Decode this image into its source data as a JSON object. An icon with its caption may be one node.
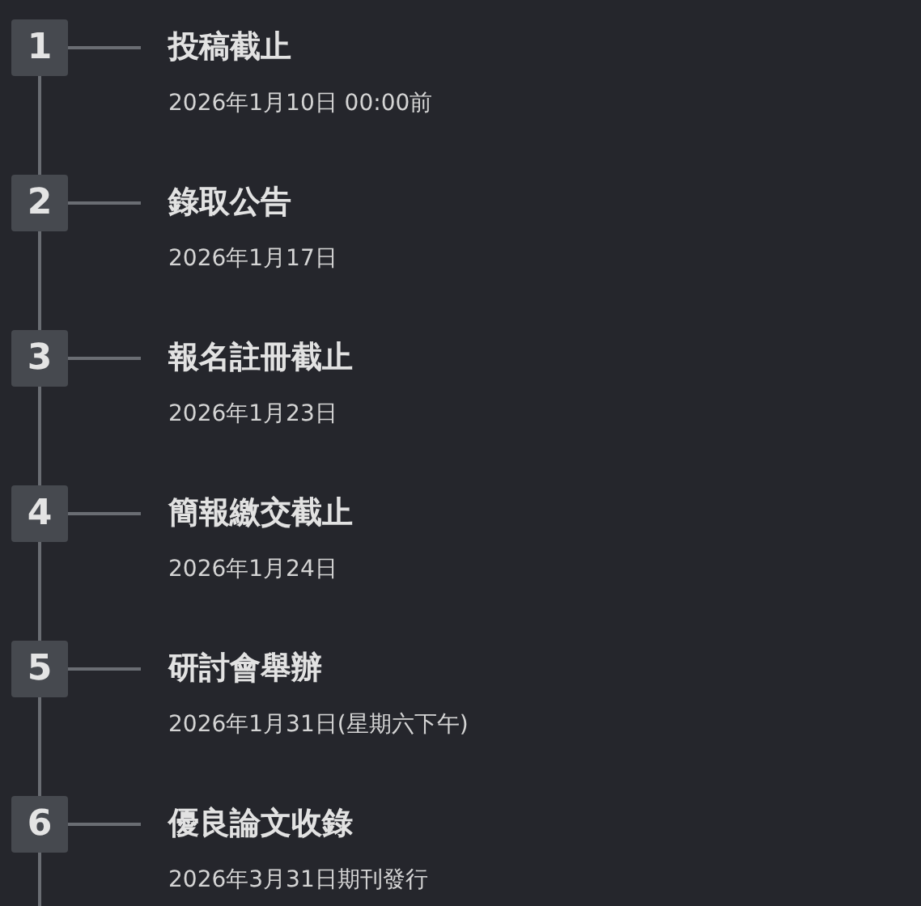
{
  "diagram": {
    "nodes": [
      {
        "text": [
          "1"
        ]
      },
      {
        "text": [
          "投稿截止",
          "2026年1月10日 00:00前"
        ]
      },
      {
        "text": [
          "2"
        ]
      },
      {
        "text": [
          "錄取公告",
          "2026年1月17日"
        ]
      },
      {
        "text": [
          "3"
        ]
      },
      {
        "text": [
          "報名註冊截止",
          "2026年1月23日"
        ]
      },
      {
        "text": [
          "4"
        ]
      },
      {
        "text": [
          "簡報繳交截止",
          "2026年1月24日"
        ]
      },
      {
        "text": [
          "5"
        ]
      },
      {
        "text": [
          "研討會舉辦",
          "2026年1月31日(星期六下午)"
        ]
      },
      {
        "text": [
          "6"
        ]
      },
      {
        "text": [
          "優良論文收錄",
          "2026年3月31日期刊發行"
        ]
      }
    ],
    "edges": [
      {
        "from": 0,
        "to": 1,
        "arrow": "none"
      },
      {
        "from": 0,
        "to": 2,
        "arrow": "none"
      },
      {
        "from": 2,
        "to": 3,
        "arrow": "none"
      },
      {
        "from": 2,
        "to": 4,
        "arrow": "none"
      },
      {
        "from": 4,
        "to": 5,
        "arrow": "none"
      },
      {
        "from": 4,
        "to": 6,
        "arrow": "none"
      },
      {
        "from": 6,
        "to": 7,
        "arrow": "none"
      },
      {
        "from": 6,
        "to": 8,
        "arrow": "none"
      },
      {
        "from": 8,
        "to": 9,
        "arrow": "none"
      },
      {
        "from": 8,
        "to": 10,
        "arrow": "none"
      },
      {
        "from": 10,
        "to": 11,
        "arrow": "none"
      },
      {
        "from": 10,
        "to": null,
        "arrow": "none"
      }
    ]
  }
}
